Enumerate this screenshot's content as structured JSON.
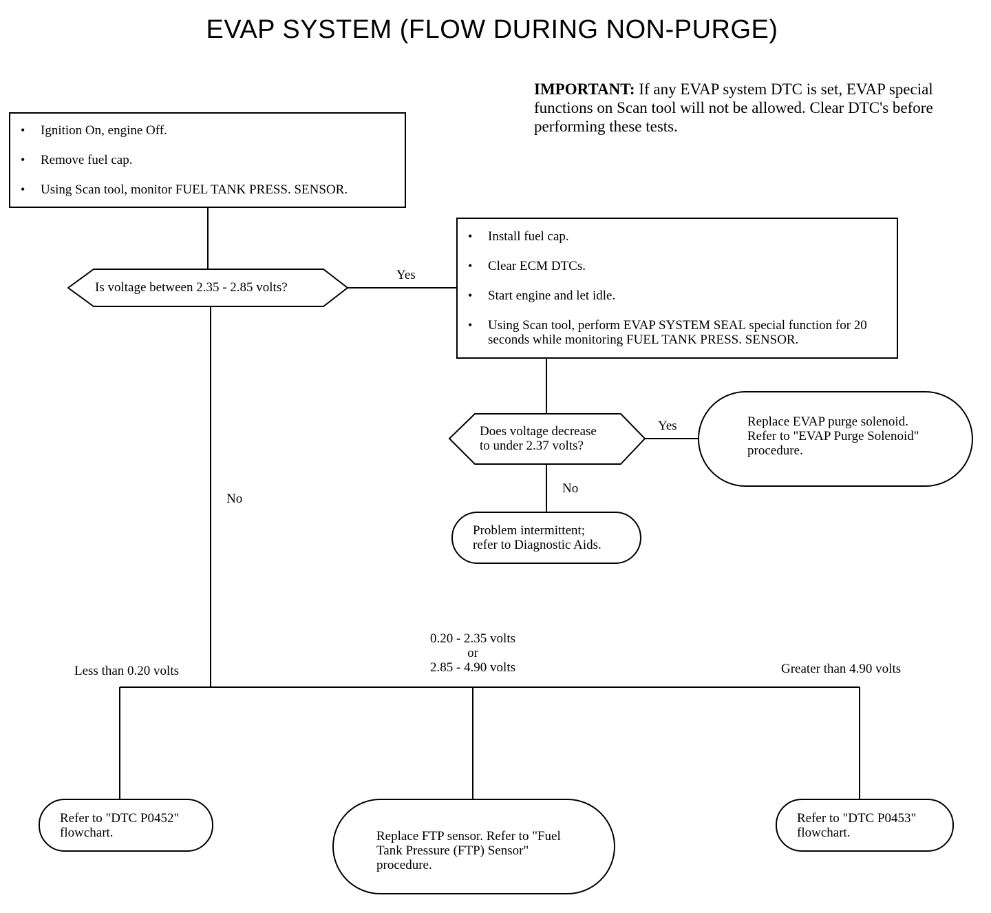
{
  "title": "EVAP SYSTEM (FLOW DURING NON-PURGE)",
  "important": {
    "heading": "IMPORTANT:",
    "text": "If any EVAP system DTC is set, EVAP special functions on Scan tool will not be allowed. Clear DTC's before performing these tests."
  },
  "start_box": {
    "items": [
      "Ignition On, engine Off.",
      "Remove fuel cap.",
      "Using Scan tool, monitor FUEL TANK PRESS. SENSOR."
    ]
  },
  "decision_voltage": "Is voltage between 2.35 - 2.85 volts?",
  "label_yes_1": "Yes",
  "label_no_1": "No",
  "seal_box": {
    "items": [
      "Install fuel cap.",
      "Clear ECM DTCs.",
      "Start engine and let idle.",
      "Using Scan tool, perform EVAP SYSTEM SEAL special function for 20 seconds while monitoring FUEL TANK PRESS. SENSOR."
    ]
  },
  "decision_decrease": {
    "line1": "Does voltage decrease",
    "line2": "to under 2.37 volts?"
  },
  "label_yes_2": "Yes",
  "label_no_2": "No",
  "purge_solenoid": {
    "line1": "Replace EVAP purge solenoid.",
    "line2": "Refer to \"EVAP Purge Solenoid\"",
    "line3": "procedure."
  },
  "intermittent": {
    "line1": "Problem intermittent;",
    "line2": "refer to Diagnostic Aids."
  },
  "branch_less": "Less than 0.20 volts",
  "branch_mid": {
    "line1": "0.20 - 2.35 volts",
    "line2": "or",
    "line3": "2.85 - 4.90 volts"
  },
  "branch_greater": "Greater than 4.90 volts",
  "result_p0452": {
    "line1": "Refer to \"DTC P0452\"",
    "line2": "flowchart."
  },
  "result_ftp": {
    "line1": "Replace FTP sensor. Refer to \"Fuel",
    "line2": "Tank Pressure (FTP) Sensor\"",
    "line3": "procedure."
  },
  "result_p0453": {
    "line1": "Refer to \"DTC P0453\"",
    "line2": "flowchart."
  }
}
